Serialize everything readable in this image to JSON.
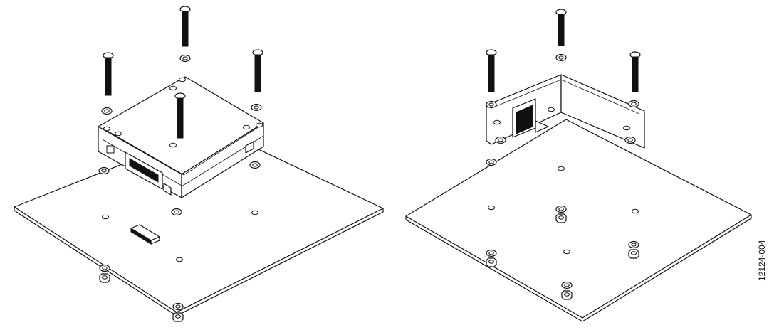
{
  "figure": {
    "id_label": "12124-004",
    "views": [
      "assembly-top-view",
      "assembly-bottom-view"
    ]
  }
}
